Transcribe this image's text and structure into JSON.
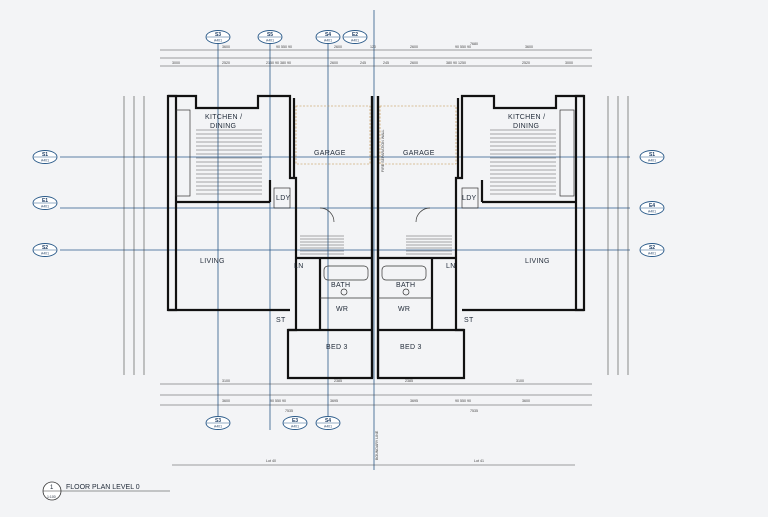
{
  "sheet": {
    "title_number": "1",
    "title": "FLOOR PLAN LEVEL 0",
    "scale": "1:100"
  },
  "rooms": {
    "left_kitchen_line1": "KITCHEN /",
    "left_kitchen_line2": "DINING",
    "right_kitchen_line1": "KITCHEN /",
    "right_kitchen_line2": "DINING",
    "left_garage": "GARAGE",
    "right_garage": "GARAGE",
    "left_living": "LIVING",
    "right_living": "LIVING",
    "left_bath": "BATH",
    "right_bath": "BATH",
    "left_wr": "WR",
    "right_wr": "WR",
    "left_bed": "BED 3",
    "right_bed": "BED 3",
    "left_ldy": "LDY",
    "right_ldy": "LDY",
    "left_ln": "LN",
    "right_ln": "LN",
    "left_st": "ST",
    "right_st": "ST"
  },
  "sections": {
    "top": [
      {
        "num": "S3",
        "ref": "A401"
      },
      {
        "num": "S5",
        "ref": "A401"
      },
      {
        "num": "S4",
        "ref": "A401"
      },
      {
        "num": "E2",
        "ref": "A401"
      }
    ],
    "bottom": [
      {
        "num": "S3",
        "ref": "A401"
      },
      {
        "num": "E3",
        "ref": "A401"
      },
      {
        "num": "S4",
        "ref": "A401"
      }
    ],
    "left": [
      {
        "num": "S1",
        "ref": "A401"
      },
      {
        "num": "E1",
        "ref": "A401"
      },
      {
        "num": "S2",
        "ref": "A401"
      }
    ],
    "right": [
      {
        "num": "S1",
        "ref": "A401"
      },
      {
        "num": "E4",
        "ref": "A401"
      },
      {
        "num": "S2",
        "ref": "A401"
      }
    ]
  },
  "dimensions": {
    "top_overall": "7680",
    "top_row1": [
      "3600",
      "90 550 90",
      "2600",
      "120",
      "2600",
      "90 550 90",
      "3600"
    ],
    "top_row2": [
      "3000",
      "2520",
      "2150 90 380 90",
      "2600",
      "245",
      "245",
      "2600",
      "380 90 1250",
      "2520",
      "3000"
    ],
    "bottom_row1": [
      "3100",
      "2385",
      "2385",
      "3100"
    ],
    "bottom_row2": [
      "3600",
      "90 550 90",
      "3695",
      "3695",
      "90 550 90",
      "3600"
    ],
    "bottom_overall": [
      "7535",
      "7535"
    ],
    "lot_left": "Lot 40",
    "lot_right": "Lot 41",
    "boundary": "BOUNDARY LINE",
    "fire_wall": "FIRE SEPARATION WALL"
  },
  "colors": {
    "background": "#f3f4f6",
    "walls": "#111111",
    "grid_lines": "#2b5b8a"
  }
}
